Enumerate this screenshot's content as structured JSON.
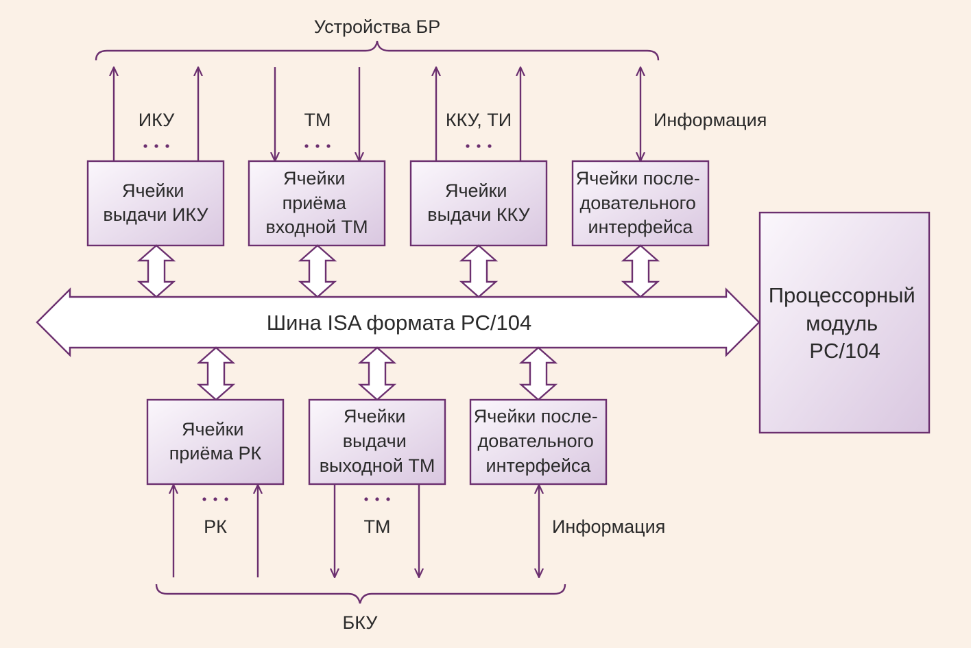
{
  "top_group_label": "Устройства БР",
  "bottom_group_label": "БКУ",
  "bus_label": "Шина ISA формата PC/104",
  "processor": {
    "lines": [
      "Процессорный",
      "модуль",
      "PC/104"
    ]
  },
  "top_modules": [
    {
      "lines": [
        "Ячейки",
        "выдачи ИКУ"
      ],
      "signal": "ИКУ",
      "dots": "..."
    },
    {
      "lines": [
        "Ячейки",
        "приёма",
        "входной ТМ"
      ],
      "signal": "ТМ",
      "dots": "..."
    },
    {
      "lines": [
        "Ячейки",
        "выдачи ККУ"
      ],
      "signal": "ККУ, ТИ",
      "dots": "..."
    },
    {
      "lines": [
        "Ячейки после-",
        "довательного",
        "интерфейса"
      ],
      "signal": "Информация"
    }
  ],
  "bottom_modules": [
    {
      "lines": [
        "Ячейки",
        "приёма РК"
      ],
      "signal": "РК",
      "dots": "..."
    },
    {
      "lines": [
        "Ячейки",
        "выдачи",
        "выходной ТМ"
      ],
      "signal": "ТМ",
      "dots": "..."
    },
    {
      "lines": [
        "Ячейки после-",
        "довательного",
        "интерфейса"
      ],
      "signal": "Информация"
    }
  ],
  "colors": {
    "background": "#fbf1e7",
    "stroke": "#6b2f6f",
    "box_fill_light": "#fbf7fc",
    "box_fill_dark": "#d9c7e0",
    "bus_fill": "#ffffff"
  }
}
